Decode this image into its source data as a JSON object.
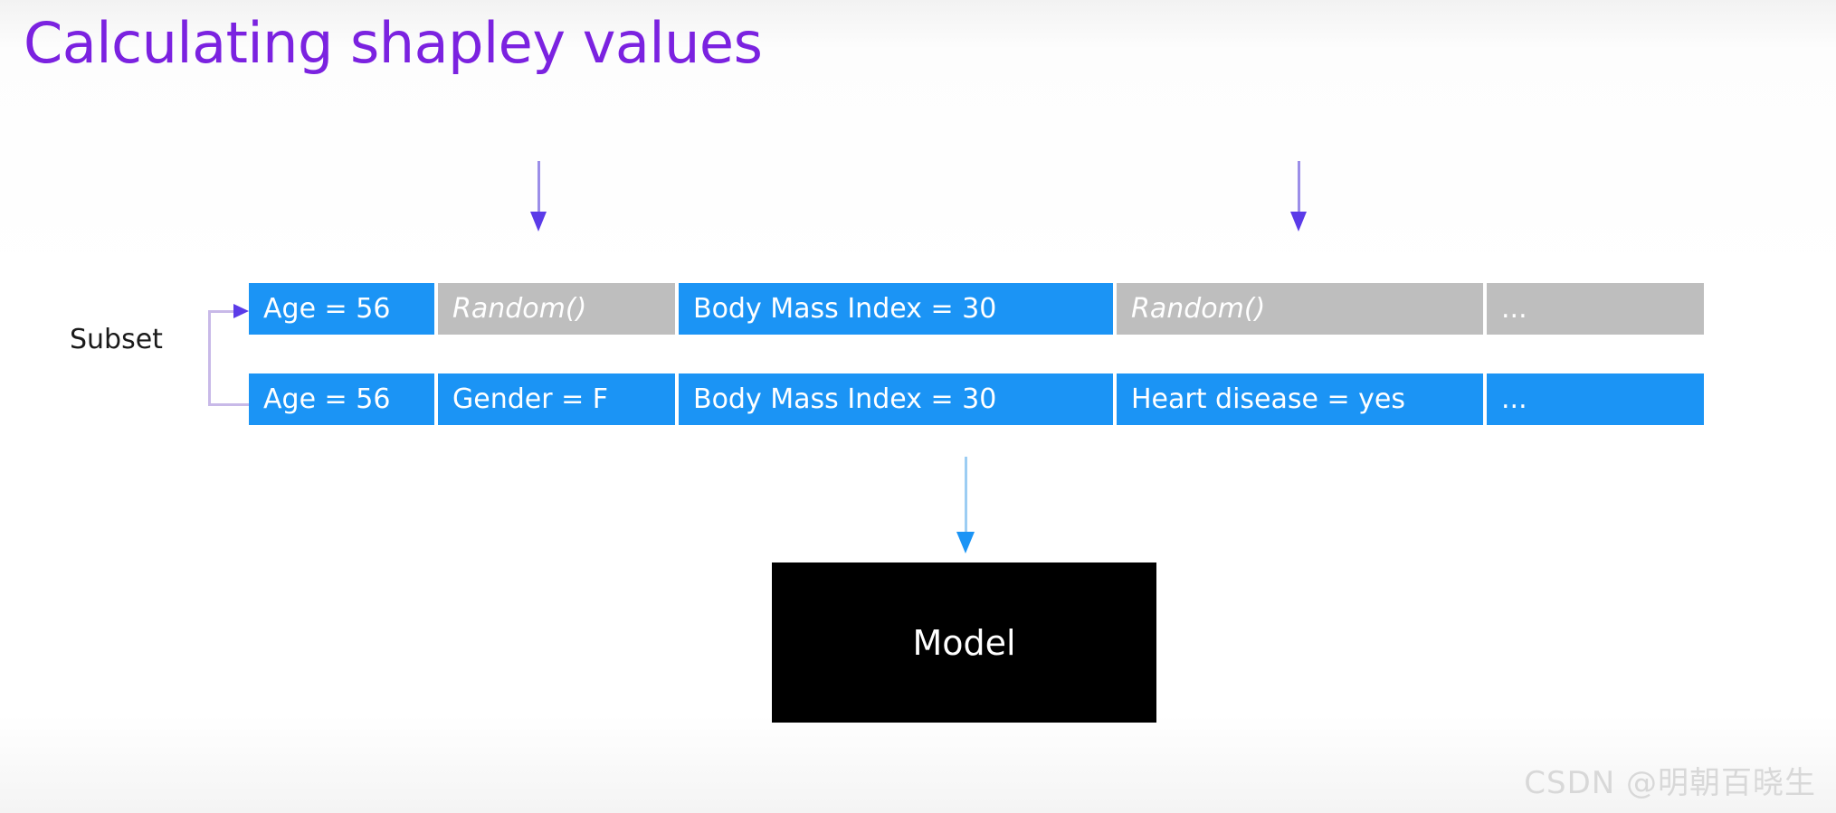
{
  "slide": {
    "title": "Calculating shapley values",
    "title_color": "#7B22E0",
    "background": "#ffffff"
  },
  "colors": {
    "blue_cell": "#1B94F5",
    "gray_cell": "#BEBEBE",
    "arrow_purple": "#5B3BE8",
    "arrow_purple_shaft": "#9b8ee8",
    "bracket_purple": "#c8b9e8",
    "arrow_blue": "#1B94F5",
    "model_box": "#000000",
    "watermark": "#d8d8d8"
  },
  "annotations": {
    "subset_label": "Subset",
    "top_arrow_1": "down-arrow-over-column-2",
    "top_arrow_2": "down-arrow-over-column-4",
    "model_arrow": "down-arrow-to-model"
  },
  "rows": [
    {
      "name": "sampled-row",
      "cells": [
        {
          "text": "Age = 56",
          "style": "blue",
          "italic": false
        },
        {
          "text": "Random()",
          "style": "gray",
          "italic": true
        },
        {
          "text": "Body Mass Index = 30",
          "style": "blue",
          "italic": false
        },
        {
          "text": "Random()",
          "style": "gray",
          "italic": true
        },
        {
          "text": "...",
          "style": "gray",
          "italic": false
        }
      ]
    },
    {
      "name": "instance-row",
      "cells": [
        {
          "text": "Age = 56",
          "style": "blue",
          "italic": false
        },
        {
          "text": "Gender = F",
          "style": "blue",
          "italic": false
        },
        {
          "text": "Body Mass Index = 30",
          "style": "blue",
          "italic": false
        },
        {
          "text": "Heart disease = yes",
          "style": "blue",
          "italic": false
        },
        {
          "text": "...",
          "style": "blue",
          "italic": false
        }
      ]
    }
  ],
  "model": {
    "label": "Model"
  },
  "watermark": {
    "text": "CSDN @明朝百晓生"
  }
}
